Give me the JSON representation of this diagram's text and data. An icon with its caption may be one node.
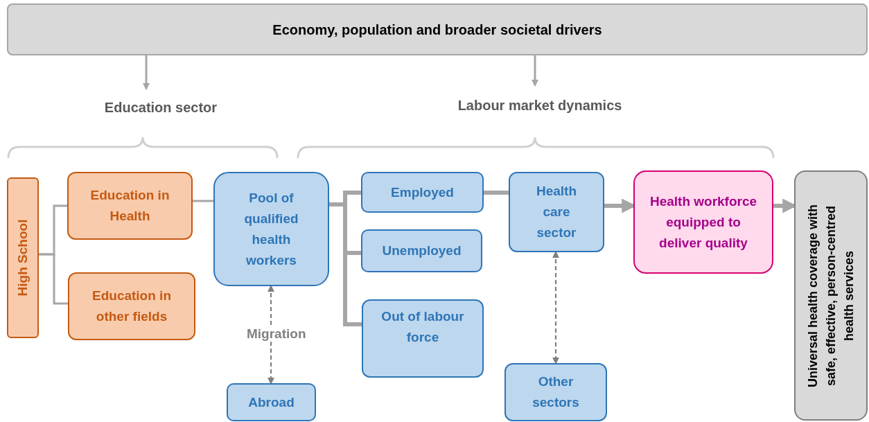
{
  "diagram": {
    "nodes": [
      {
        "text": [
          "Economy, population and broader societal drivers"
        ]
      },
      {
        "text": [
          "Education sector"
        ]
      },
      {
        "text": [
          "Labour market dynamics"
        ]
      },
      {
        "text": [
          "High School"
        ]
      },
      {
        "text": [
          "Education in Health"
        ]
      },
      {
        "text": [
          "Education in other fields"
        ]
      },
      {
        "text": [
          "Pool of qualified health workers"
        ]
      },
      {
        "text": [
          "Employed"
        ]
      },
      {
        "text": [
          "Unemployed"
        ]
      },
      {
        "text": [
          "Out of labour force"
        ]
      },
      {
        "text": [
          "Health care sector"
        ]
      },
      {
        "text": [
          "Health workforce equipped to deliver quality"
        ]
      },
      {
        "text": [
          "Universal health coverage with safe, effective, person-centred health services"
        ]
      },
      {
        "text": [
          "Abroad"
        ]
      },
      {
        "text": [
          "Other sectors"
        ]
      }
    ],
    "edges": [
      {
        "from": 0,
        "to": 1,
        "arrow": "to"
      },
      {
        "from": 0,
        "to": 2,
        "arrow": "to"
      },
      {
        "from": 3,
        "to": 4,
        "arrow": "none"
      },
      {
        "from": 3,
        "to": 5,
        "arrow": "none"
      },
      {
        "from": 4,
        "to": 6,
        "arrow": "none"
      },
      {
        "from": 6,
        "to": 7,
        "arrow": "none",
        "style": "thick"
      },
      {
        "from": 6,
        "to": 8,
        "arrow": "none",
        "style": "thick"
      },
      {
        "from": 6,
        "to": 9,
        "arrow": "none",
        "style": "thick"
      },
      {
        "from": 7,
        "to": 10,
        "arrow": "none",
        "style": "thick"
      },
      {
        "from": 10,
        "to": 11,
        "arrow": "to",
        "style": "thick"
      },
      {
        "from": 11,
        "to": 12,
        "arrow": "to",
        "style": "thick"
      },
      {
        "from": 6,
        "to": 13,
        "arrow": "both",
        "style": "dashed",
        "color": "#7f7f7f",
        "label": "Migration"
      },
      {
        "from": 10,
        "to": 14,
        "arrow": "both",
        "style": "dashed",
        "color": "#7f7f7f"
      }
    ]
  }
}
